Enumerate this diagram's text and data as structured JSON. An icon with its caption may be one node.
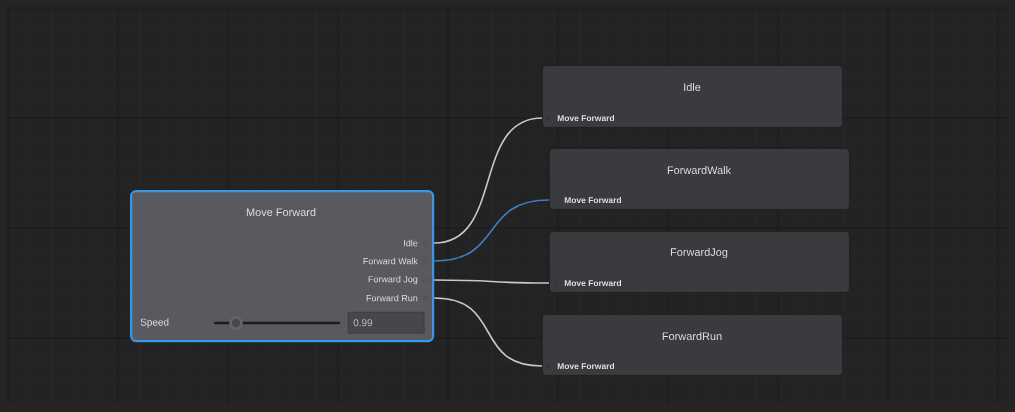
{
  "diagram": {
    "nodes": [
      {
        "text": [
          "Move Forward",
          "Idle",
          "Forward Walk",
          "Forward Jog",
          "Forward Run",
          "Speed",
          "0.99"
        ]
      },
      {
        "text": [
          "Idle",
          "Move Forward"
        ]
      },
      {
        "text": [
          "ForwardWalk",
          "Move Forward"
        ]
      },
      {
        "text": [
          "ForwardJog",
          "Move Forward"
        ]
      },
      {
        "text": [
          "ForwardRun",
          "Move Forward"
        ]
      }
    ],
    "edges": [
      {
        "from": 0,
        "to": 1,
        "arrow": "none"
      },
      {
        "from": 0,
        "to": 2,
        "arrow": "none",
        "color": "#3d7fc4"
      },
      {
        "from": 0,
        "to": 3,
        "arrow": "none"
      },
      {
        "from": 0,
        "to": 4,
        "arrow": "none"
      }
    ]
  }
}
